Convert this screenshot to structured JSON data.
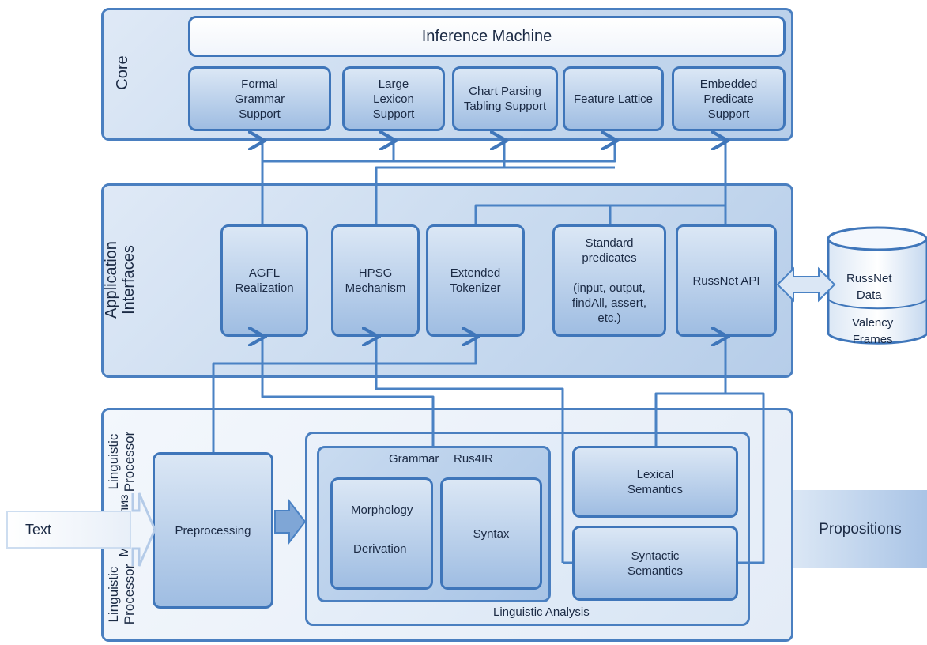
{
  "core": {
    "label": "Core",
    "inference_machine": "Inference Machine",
    "modules": [
      "Formal\nGrammar\nSupport",
      "Large\nLexicon\nSupport",
      "Chart Parsing\nTabling Support",
      "Feature Lattice",
      "Embedded\nPredicate\nSupport"
    ]
  },
  "application_interfaces": {
    "label": "Application\nInterfaces",
    "modules": [
      "AGFL\nRealization",
      "HPSG\nMechanism",
      "Extended\nTokenizer",
      "Standard\npredicates\n\n(input, output,\nfindAll, assert,\netc.)",
      "RussNet API"
    ]
  },
  "database": {
    "data": "RussNet\nData",
    "frames": "Valency\nFrames"
  },
  "linguistic_processor": {
    "label_top": "Linguistic\nProcessor",
    "label_mid": "Ма анализ",
    "label_bottom": "Linguistic\nProcessor",
    "input": "Text",
    "preprocessing": "Preprocessing",
    "grammar": "Grammar",
    "rus4ir": "Rus4IR",
    "morphology": "Morphology",
    "derivation": "Derivation",
    "syntax": "Syntax",
    "lexical_semantics": "Lexical\nSemantics",
    "syntactic_semantics": "Syntactic\nSemantics",
    "analysis_label": "Linguistic Analysis",
    "output": "Propositions"
  }
}
